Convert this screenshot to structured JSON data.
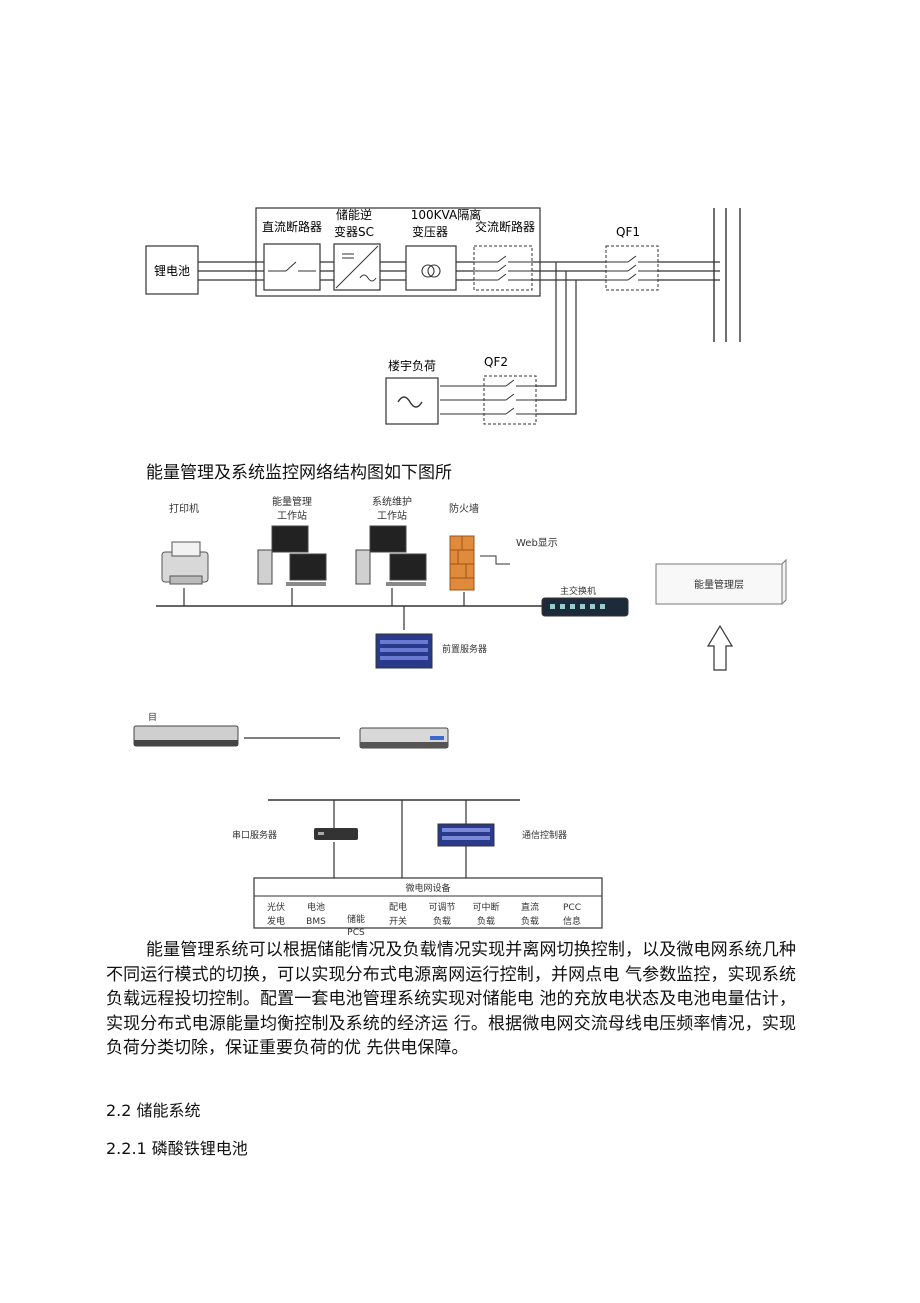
{
  "figure1": {
    "battery": "锂电池",
    "dc_breaker": "直流断路器",
    "inverter_line1": "储能逆",
    "inverter_line2": "变器SC",
    "transformer_line1": "100KVA隔离",
    "transformer_line2": "变压器",
    "ac_breaker": "交流断路器",
    "qf1": "QF1",
    "building_load": "楼宇负荷",
    "qf2": "QF2"
  },
  "caption": "能量管理及系统监控网络结构图如下图所",
  "figure2": {
    "printer": "打印机",
    "ems_ws_line1": "能量管理",
    "ems_ws_line2": "工作站",
    "maint_ws_line1": "系统维护",
    "maint_ws_line2": "工作站",
    "firewall": "防火墙",
    "web_display": "Web显示",
    "main_switch": "主交换机",
    "ems_layer": "能量管理层",
    "prefetch_server": "前置服务器",
    "server_left_label": "目",
    "serial_server": "串口服务器",
    "comm_controller": "通信控制器",
    "microgrid_devices": "微电网设备",
    "devices": [
      {
        "line1": "光伏",
        "line2": "发电"
      },
      {
        "line1": "电池",
        "line2": "BMS"
      },
      {
        "line1": "",
        "line2": "储能",
        "line3": "PCS"
      },
      {
        "line1": "配电",
        "line2": "开关"
      },
      {
        "line1": "可调节",
        "line2": "负载"
      },
      {
        "line1": "可中断",
        "line2": "负载"
      },
      {
        "line1": "直流",
        "line2": "负载"
      },
      {
        "line1": "PCC",
        "line2": "信息"
      }
    ]
  },
  "paragraph": "能量管理系统可以根据储能情况及负载情况实现并离网切换控制，以及微电网系统几种不同运行模式的切换，可以实现分布式电源离网运行控制，并网点电 气参数监控，实现系统负载远程投切控制。配置一套电池管理系统实现对储能电 池的充放电状态及电池电量估计，实现分布式电源能量均衡控制及系统的经济运 行。根据微电网交流母线电压频率情况，实现负荷分类切除，保证重要负荷的优 先供电保障。",
  "section_heading": "2.2  储能系统",
  "subsection_heading": "2.2.1 磷酸铁锂电池"
}
